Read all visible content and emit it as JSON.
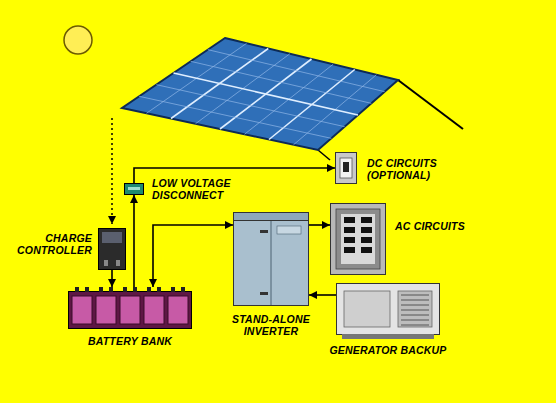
{
  "diagram": {
    "nodes": [
      {
        "text": [
          "CHARGE CONTROLLER"
        ]
      },
      {
        "text": [
          "LOW VOLTAGE DISCONNECT"
        ]
      },
      {
        "text": [
          "DC CIRCUITS (OPTIONAL)"
        ]
      },
      {
        "text": [
          "AC CIRCUITS"
        ]
      },
      {
        "text": [
          "BATTERY BANK"
        ]
      },
      {
        "text": [
          "STAND-ALONE INVERTER"
        ]
      },
      {
        "text": [
          "GENERATOR BACKUP"
        ]
      }
    ],
    "edges": [
      {
        "from": 0,
        "to": 4,
        "arrow": "to"
      },
      {
        "from": 4,
        "to": 1,
        "arrow": "to"
      },
      {
        "from": 1,
        "to": 2,
        "arrow": "to"
      },
      {
        "from": 4,
        "to": 5,
        "arrow": "both"
      },
      {
        "from": 5,
        "to": 3,
        "arrow": "to"
      },
      {
        "from": 6,
        "to": 5,
        "arrow": "to"
      }
    ]
  }
}
